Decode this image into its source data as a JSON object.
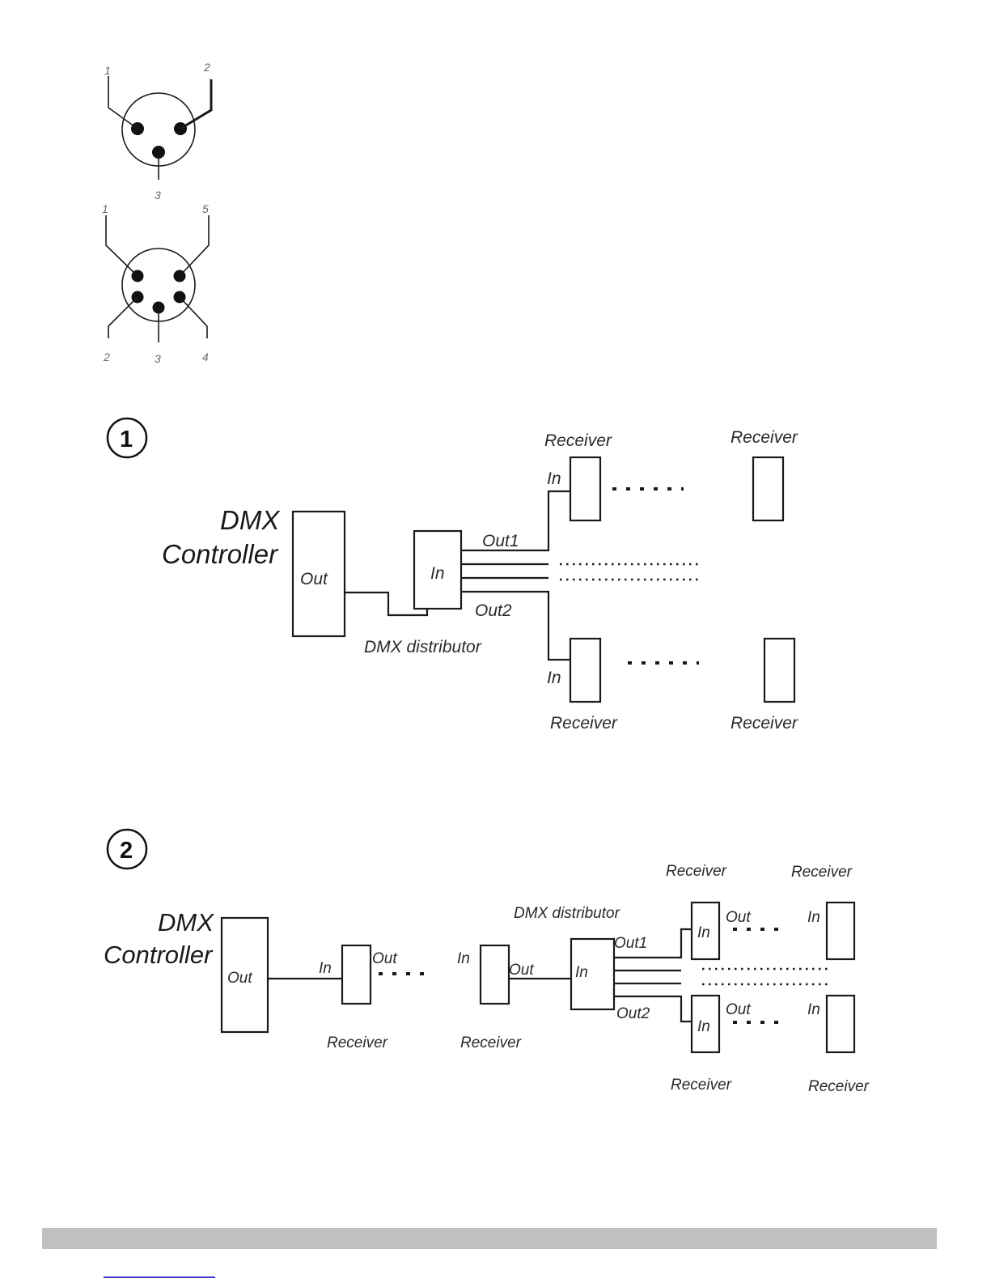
{
  "connectors": {
    "xlr3": {
      "pins": [
        "1",
        "2",
        "3"
      ]
    },
    "xlr5": {
      "pins": [
        "1",
        "5",
        "2",
        "3",
        "4"
      ]
    }
  },
  "diagram1": {
    "number": "1",
    "controller_line1": "DMX",
    "controller_line2": "Controller",
    "controller_port": "Out",
    "distributor_port": "In",
    "distributor_label": "DMX distributor",
    "out1_label": "Out1",
    "out2_label": "Out2",
    "receiver_label": "Receiver",
    "in_label": "In"
  },
  "diagram2": {
    "number": "2",
    "controller_line1": "DMX",
    "controller_line2": "Controller",
    "controller_port": "Out",
    "receiver_label": "Receiver",
    "in_label": "In",
    "out_label": "Out",
    "distributor_label": "DMX distributor",
    "distributor_port": "In",
    "out1_label": "Out1",
    "out2_label": "Out2"
  },
  "colors": {
    "ink": "#1a1a1a",
    "footer_bar": "#c0c0c0",
    "link": "#3a3ad0"
  }
}
